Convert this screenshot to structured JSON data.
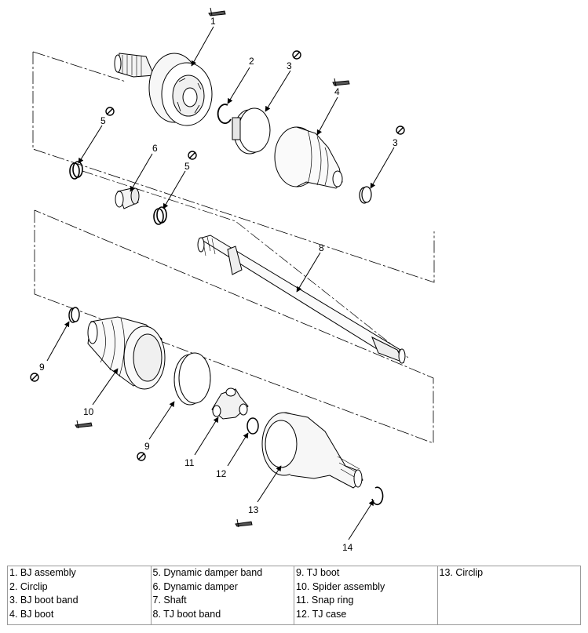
{
  "callouts": {
    "c1": "1",
    "c2": "2",
    "c3a": "3",
    "c3b": "3",
    "c4": "4",
    "c5a": "5",
    "c5b": "5",
    "c6": "6",
    "c8": "8",
    "c9a": "9",
    "c9b": "9",
    "c10": "10",
    "c11": "11",
    "c12": "12",
    "c13": "13",
    "c14": "14"
  },
  "icons": {
    "no_reuse": "no-reuse-symbol",
    "grease": "grease-application-symbol"
  },
  "legend": {
    "col1": [
      "1. BJ assembly",
      "2. Circlip",
      "3. BJ boot band",
      "4. BJ boot"
    ],
    "col2": [
      "5. Dynamic damper band",
      "6. Dynamic damper",
      "7. Shaft",
      "8. TJ boot band"
    ],
    "col3": [
      "9. TJ boot",
      "10. Spider assembly",
      "11. Snap ring",
      "12. TJ case"
    ],
    "col4": [
      "13. Circlip"
    ]
  }
}
